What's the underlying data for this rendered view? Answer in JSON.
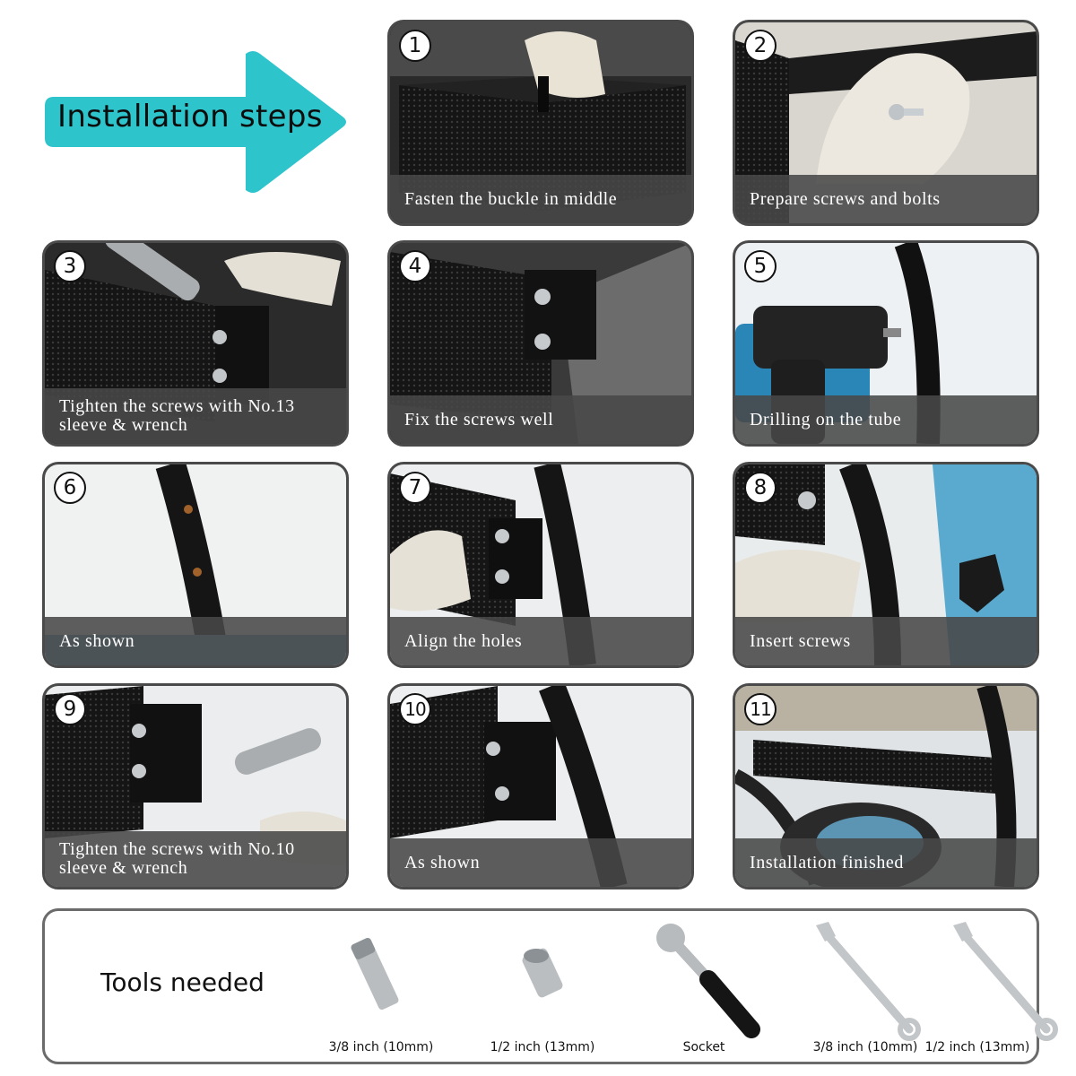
{
  "header": {
    "title": "Installation steps",
    "arrow_color": "#2ec4cc"
  },
  "steps": [
    {
      "number": "1",
      "caption": "Fasten the buckle in middle"
    },
    {
      "number": "2",
      "caption": "Prepare screws and bolts"
    },
    {
      "number": "3",
      "caption": "Tighten the screws with No.13\nsleeve & wrench"
    },
    {
      "number": "4",
      "caption": "Fix the screws well"
    },
    {
      "number": "5",
      "caption": "Drilling on the tube"
    },
    {
      "number": "6",
      "caption": "As shown"
    },
    {
      "number": "7",
      "caption": "Align the holes"
    },
    {
      "number": "8",
      "caption": "Insert screws"
    },
    {
      "number": "9",
      "caption": "Tighten the screws with No.10\nsleeve & wrench"
    },
    {
      "number": "10",
      "caption": "As shown"
    },
    {
      "number": "11",
      "caption": "Installation finished"
    }
  ],
  "tools": {
    "title": "Tools needed",
    "items": [
      {
        "label": "3/8 inch (10mm)",
        "icon": "deep-socket-icon"
      },
      {
        "label": "1/2 inch (13mm)",
        "icon": "socket-icon"
      },
      {
        "label": "Socket",
        "icon": "ratchet-wrench-icon"
      },
      {
        "label": "3/8 inch (10mm)",
        "icon": "combination-wrench-icon"
      },
      {
        "label": "1/2 inch (13mm)",
        "icon": "combination-wrench-icon"
      }
    ]
  }
}
